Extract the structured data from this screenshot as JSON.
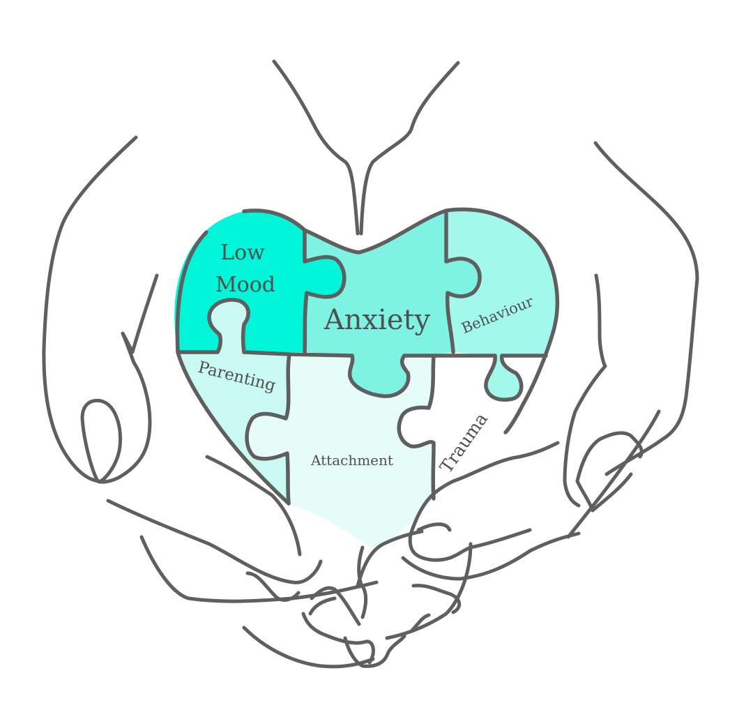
{
  "illustration": {
    "description": "Two cupped hands holding a heart made of jigsaw puzzle pieces",
    "colors": {
      "ink": "#5f5f5f",
      "text": "#4f4f4f",
      "low_mood": "#00f5d9",
      "anxiety": "#7ff3e3",
      "behaviour": "#a3f8ec",
      "parenting": "#c9f9f2",
      "attachment": "#e6fcf9",
      "trauma": "#ffffff",
      "background": "#ffffff"
    },
    "pieces": {
      "low_mood": {
        "line1": "Low",
        "line2": "Mood"
      },
      "anxiety": {
        "label": "Anxiety"
      },
      "behaviour": {
        "label": "Behaviour"
      },
      "parenting": {
        "label": "Parenting"
      },
      "attachment": {
        "label": "Attachment"
      },
      "trauma": {
        "label": "Trauma"
      }
    }
  }
}
